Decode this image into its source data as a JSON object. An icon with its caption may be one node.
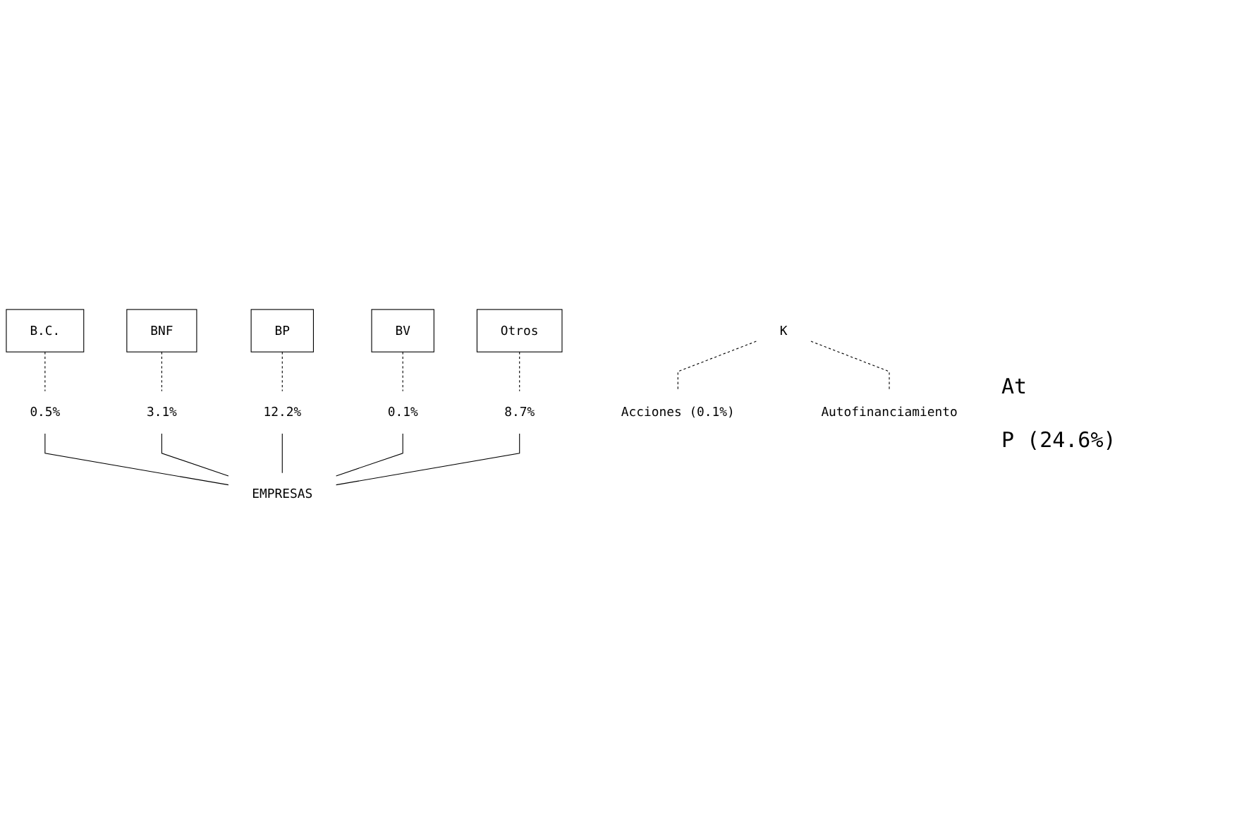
{
  "diagram": {
    "nodes": [
      {
        "text": [
          "B.C."
        ]
      },
      {
        "text": [
          "BNF"
        ]
      },
      {
        "text": [
          "BP"
        ]
      },
      {
        "text": [
          "BV"
        ]
      },
      {
        "text": [
          "Otros"
        ]
      },
      {
        "text": [
          "0.5%"
        ]
      },
      {
        "text": [
          "3.1%"
        ]
      },
      {
        "text": [
          "12.2%"
        ]
      },
      {
        "text": [
          "0.1%"
        ]
      },
      {
        "text": [
          "8.7%"
        ]
      },
      {
        "text": [
          "EMPRESAS"
        ]
      },
      {
        "text": [
          "K"
        ]
      },
      {
        "text": [
          "Acciones (0.1%)"
        ]
      },
      {
        "text": [
          "Autofinanciamiento"
        ]
      }
    ],
    "edges": [
      {
        "from": 0,
        "to": 5,
        "arrow": "none",
        "style": "dashed"
      },
      {
        "from": 1,
        "to": 6,
        "arrow": "none",
        "style": "dashed"
      },
      {
        "from": 2,
        "to": 7,
        "arrow": "none",
        "style": "dashed"
      },
      {
        "from": 3,
        "to": 8,
        "arrow": "none",
        "style": "dashed"
      },
      {
        "from": 4,
        "to": 9,
        "arrow": "none",
        "style": "dashed"
      },
      {
        "from": 5,
        "to": 10,
        "arrow": "none"
      },
      {
        "from": 6,
        "to": 10,
        "arrow": "none"
      },
      {
        "from": 7,
        "to": 10,
        "arrow": "none"
      },
      {
        "from": 8,
        "to": 10,
        "arrow": "none"
      },
      {
        "from": 9,
        "to": 10,
        "arrow": "none"
      },
      {
        "from": 11,
        "to": 12,
        "arrow": "none",
        "style": "dashed"
      },
      {
        "from": 11,
        "to": 13,
        "arrow": "none",
        "style": "dashed"
      }
    ],
    "labels": [
      "At",
      "P (24.6%)"
    ]
  }
}
